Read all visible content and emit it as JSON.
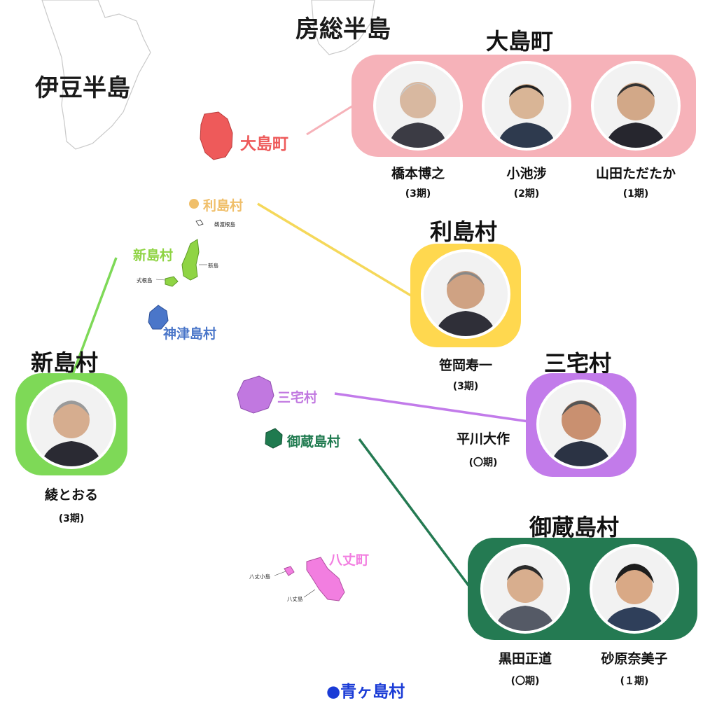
{
  "peninsulas": {
    "izu": "伊豆半島",
    "boso": "房総半島"
  },
  "map_labels": {
    "oshima": "大島町",
    "toshima": "利島村",
    "niijima": "新島村",
    "kozushima": "神津島村",
    "miyake": "三宅村",
    "mikurajima": "御蔵島村",
    "hachijo": "八丈町",
    "aogashima": "●青ヶ島村"
  },
  "island_names": {
    "udone": "鵜渡根島",
    "niijima": "新島",
    "shikine": "式根島",
    "hachijokojima": "八丈小島",
    "hachijojima": "八丈島"
  },
  "colors": {
    "oshima": "#ee5a5a",
    "oshima_panel": "#f6b2b9",
    "toshima": "#f0bf6a",
    "toshima_panel": "#ffd84f",
    "toshima_line": "#f5d85a",
    "niijima": "#8fd444",
    "niijima_panel": "#7ed957",
    "kozushima": "#4a76c9",
    "miyake": "#c178e0",
    "miyake_panel": "#c27bea",
    "mikura": "#1f7a4f",
    "mikura_panel": "#247a52",
    "hachijo": "#f27ee0",
    "aogashima": "#1a3bd6"
  },
  "municipalities": {
    "oshima": {
      "title": "大島町",
      "members": [
        {
          "name": "橋本博之",
          "term": "(3期)",
          "face_icon": "portrait-icon"
        },
        {
          "name": "小池涉",
          "term": "(2期)",
          "face_icon": "portrait-icon"
        },
        {
          "name": "山田ただたか",
          "term": "(1期)",
          "face_icon": "portrait-icon"
        }
      ]
    },
    "toshima": {
      "title": "利島村",
      "members": [
        {
          "name": "笹岡寿一",
          "term": "(3期)",
          "face_icon": "portrait-icon"
        }
      ]
    },
    "niijima": {
      "title": "新島村",
      "members": [
        {
          "name": "綾とおる",
          "term": "(3期)",
          "face_icon": "portrait-icon"
        }
      ]
    },
    "miyake": {
      "title": "三宅村",
      "members": [
        {
          "name": "平川大作",
          "term": "(〇期)",
          "face_icon": "portrait-icon"
        }
      ]
    },
    "mikurajima": {
      "title": "御蔵島村",
      "members": [
        {
          "name": "黒田正道",
          "term": "(〇期)",
          "face_icon": "portrait-icon"
        },
        {
          "name": "砂原奈美子",
          "term": "(１期)",
          "face_icon": "portrait-icon"
        }
      ]
    }
  }
}
